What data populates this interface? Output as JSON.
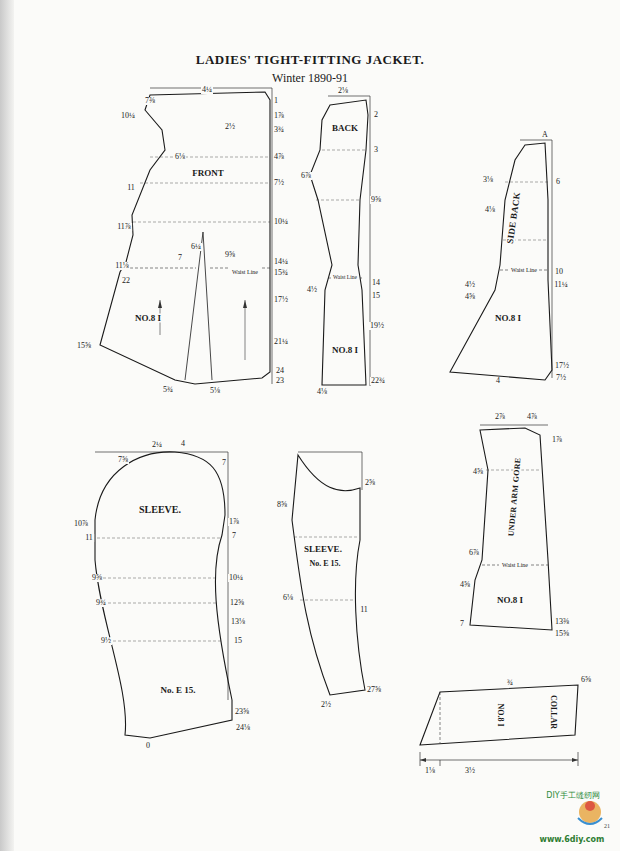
{
  "diagram": {
    "title": "LADIES' TIGHT-FITTING JACKET.",
    "nodes": [
      {
        "text": [
          "FRONT",
          "NO.8 I",
          "Waist Line"
        ]
      },
      {
        "text": [
          "BACK",
          "NO.8 I",
          "Waist Line"
        ]
      },
      {
        "text": [
          "SIDE BACK",
          "NO.8 I",
          "Waist Line"
        ]
      },
      {
        "text": [
          "SLEEVE.",
          "No. E 15."
        ]
      },
      {
        "text": [
          "SLEEVE.",
          "No. E 15."
        ]
      },
      {
        "text": [
          "UNDER ARM GORE",
          "NO.8 I",
          "Waist Line"
        ]
      },
      {
        "text": [
          "COLLAR",
          "NO.8 I"
        ]
      }
    ],
    "labels": [
      "Winter 1890-91",
      "7⅜",
      "4¼",
      "10¼",
      "1",
      "1⅞",
      "2½",
      "3¾",
      "6⅛",
      "4⅞",
      "7½",
      "11",
      "11⅞",
      "6¼",
      "10¼",
      "11⅛",
      "22",
      "7",
      "9⅝",
      "14¼",
      "15¾",
      "17½",
      "15⅝",
      "21¼",
      "24",
      "23",
      "5¾",
      "5⅛",
      "2⅛",
      "2",
      "6⅞",
      "3",
      "9⅝",
      "14",
      "4½",
      "15",
      "19½",
      "4⅛",
      "22¾",
      "A",
      "3⅛",
      "6",
      "4⅛",
      "10",
      "4½",
      "11¼",
      "4⅝",
      "4",
      "17½",
      "7½",
      "7⅝",
      "2¼",
      "4",
      "7",
      "10⅞",
      "11",
      "1⅞",
      "7",
      "9⅝",
      "10¼",
      "9¾",
      "12⅝",
      "13⅛",
      "9½",
      "15",
      "23⅝",
      "24⅛",
      "0",
      "2⅝",
      "8⅝",
      "6⅛",
      "11",
      "27⅝",
      "2½",
      "2⅞",
      "4⅞",
      "1⅞",
      "4⅝",
      "6⅞",
      "4⅝",
      "7",
      "13⅜",
      "15⅝",
      "¾",
      "1⅛",
      "3½",
      "6⅝",
      "DIY手工缝纫网",
      "www.6diy.com",
      "21"
    ]
  }
}
